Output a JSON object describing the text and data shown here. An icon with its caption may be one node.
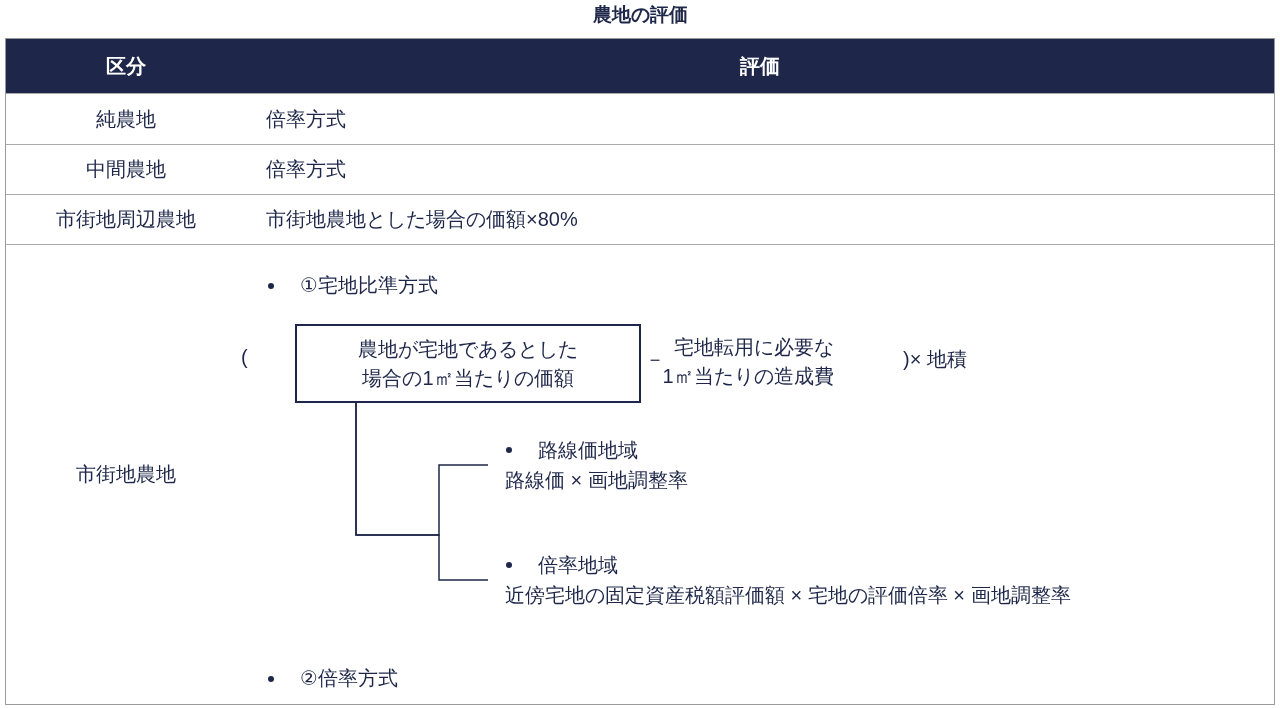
{
  "diagram": {
    "title": "農地の評価",
    "nodes": [
      {
        "text": [
          "農地が宅地であるとした場合の1㎡当たりの価額"
        ]
      },
      {
        "text": [
          "路線価地域",
          "路線価 × 画地調整率"
        ]
      },
      {
        "text": [
          "倍率地域",
          "近傍宅地の固定資産税額評価額 × 宅地の評価倍率 × 画地調整率"
        ]
      }
    ],
    "edges": [
      {
        "from": 0,
        "to": 1,
        "arrow": "none"
      },
      {
        "from": 0,
        "to": 2,
        "arrow": "none"
      }
    ],
    "labels": [
      "区分",
      "評価",
      "純農地",
      "倍率方式",
      "中間農地",
      "倍率方式",
      "市街地周辺農地",
      "市街地農地とした場合の価額×80%",
      "市街地農地",
      "①宅地比準方式",
      "(",
      "－",
      "宅地転用に必要な1㎡当たりの造成費",
      ")× 地積",
      "②倍率方式"
    ]
  }
}
